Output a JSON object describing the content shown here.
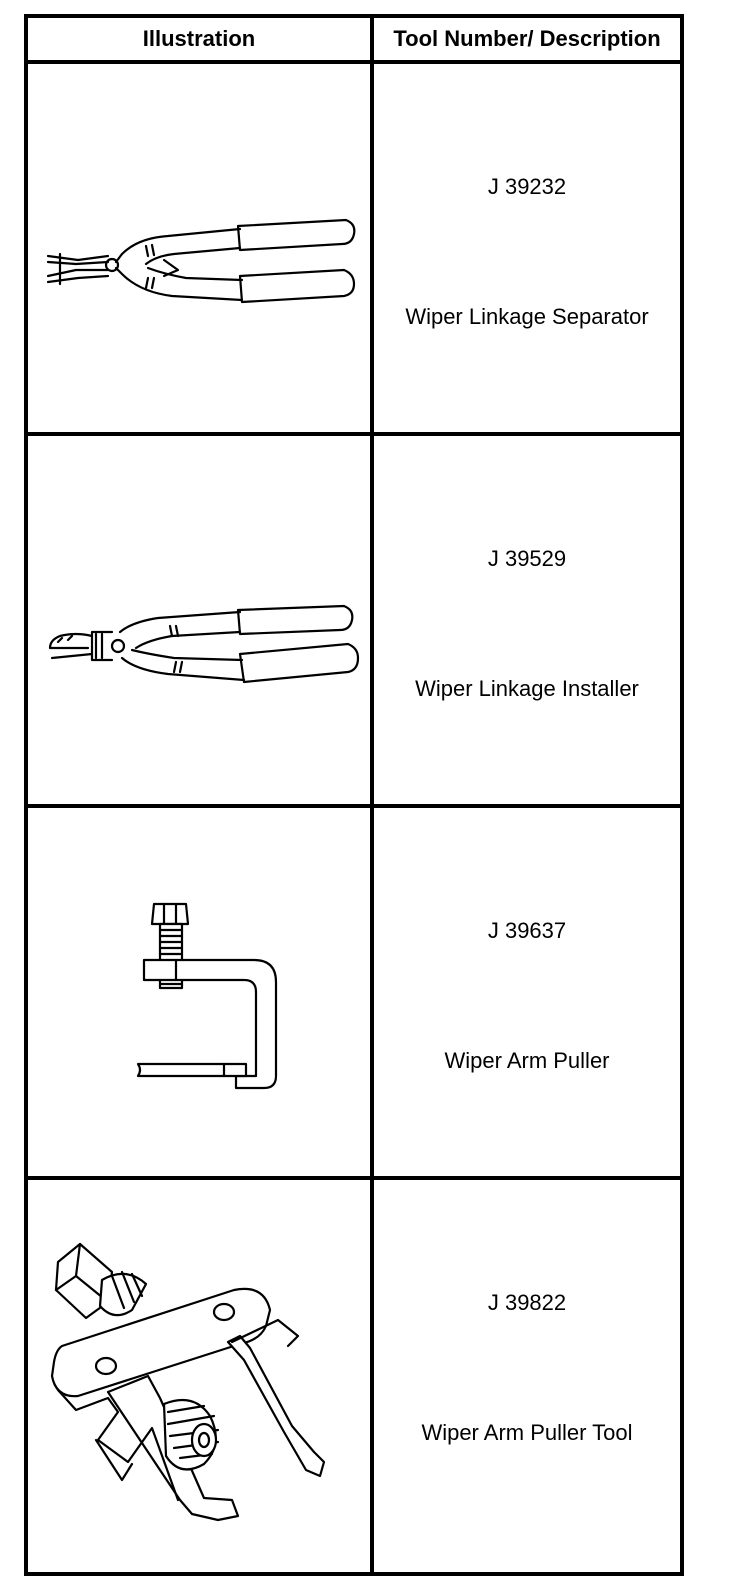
{
  "header": {
    "illustration_label": "Illustration",
    "description_label": "Tool Number/ Description"
  },
  "tools": [
    {
      "number": "J 39232",
      "name": "Wiper Linkage Separator",
      "icon": "pliers-separator-icon"
    },
    {
      "number": "J 39529",
      "name": "Wiper Linkage Installer",
      "icon": "pliers-installer-icon"
    },
    {
      "number": "J 39637",
      "name": "Wiper Arm Puller",
      "icon": "c-clamp-puller-icon"
    },
    {
      "number": "J 39822",
      "name": "Wiper Arm Puller Tool",
      "icon": "two-jaw-puller-icon"
    }
  ]
}
